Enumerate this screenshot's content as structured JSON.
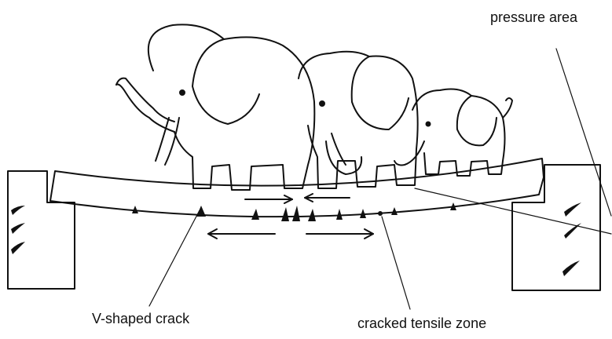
{
  "labels": {
    "pressure_area": "pressure area",
    "v_shaped_crack": "V-shaped crack",
    "cracked_tensile_zone": "cracked tensile zone"
  },
  "figure": {
    "subject_icon": "elephant-icon",
    "elephant_count": 3,
    "stroke_color": "#111111",
    "background_color": "#ffffff"
  }
}
